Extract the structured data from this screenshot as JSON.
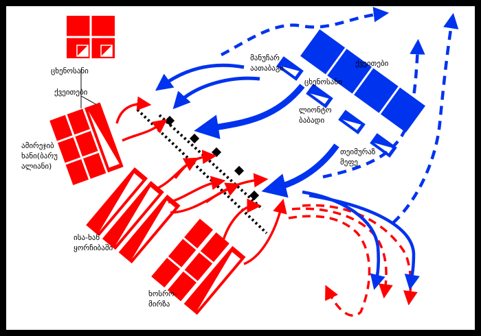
{
  "labels": {
    "legend_cavalry": "ცხენოსანი",
    "legend_infantry": "ქვეითები",
    "ali_khan_left": "ამირეჯიბ\nხანი(ბარუ\nალიანი)",
    "ali_khan_center": "ისა-ხან\nყორჩიბაში",
    "ali_khan_right": "ხოსრო-\nმირზა",
    "manuchar_cavalry": "მანუჩარ\nაათაბაგი",
    "enemy_cavalry": "ცხენოსანი",
    "enemy_infantry": "ქვეითები",
    "georgian_reserve": "ლიონტო\nბაბადი",
    "teimuraz_king": "თეიმურაზ\nმეფე"
  },
  "colors": {
    "persian": "#ff0000",
    "georgian": "#0033ee",
    "frontline": "#000000",
    "background": "#ffffff",
    "frame": "#000000"
  },
  "icons": {
    "cavalry": "diagonal-half-square",
    "infantry": "plain-rectangle",
    "attack": "arrow",
    "retreat": "dashed-arrow",
    "cannon": "square-marker"
  }
}
